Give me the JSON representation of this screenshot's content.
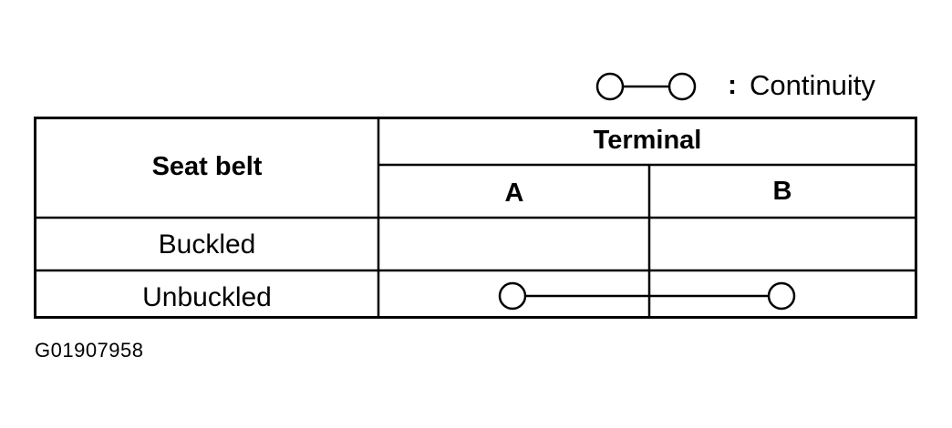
{
  "legend": {
    "colon": ":",
    "label": "Continuity",
    "icon": "continuity-symbol"
  },
  "table": {
    "header": {
      "row_label": "Seat belt",
      "group_label": "Terminal",
      "columns": [
        "A",
        "B"
      ]
    },
    "rows": [
      {
        "label": "Buckled",
        "continuity": false
      },
      {
        "label": "Unbuckled",
        "continuity": true
      }
    ]
  },
  "figure_code": "G01907958"
}
